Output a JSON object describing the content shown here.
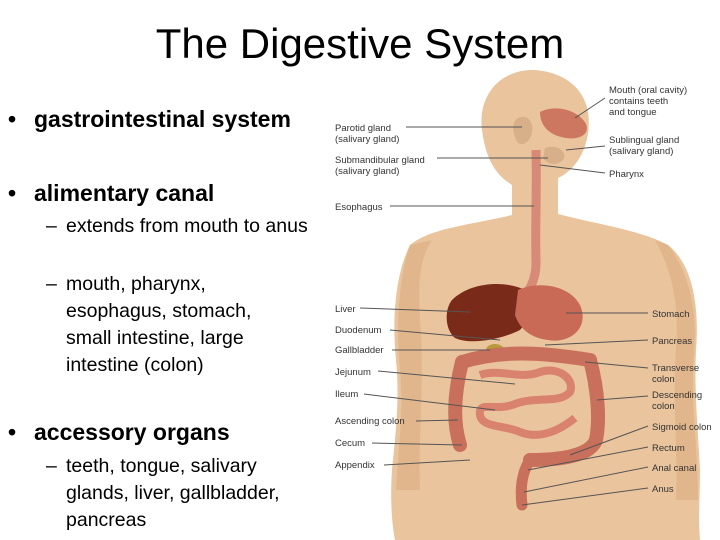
{
  "title": "The Digestive System",
  "bullets": {
    "b1": "gastrointestinal system",
    "b2": "alimentary canal",
    "b2_sub1": "extends from mouth to anus",
    "b2_sub2": "mouth, pharynx, esophagus, stomach, small intestine, large intestine (colon)",
    "b3": "accessory organs",
    "b3_sub1": "teeth, tongue, salivary glands, liver, gallbladder, pancreas"
  },
  "diagram": {
    "left_labels": {
      "parotid": [
        "Parotid gland",
        "(salivary gland)"
      ],
      "submandibular": [
        "Submandibular gland",
        "(salivary gland)"
      ],
      "esophagus": "Esophagus",
      "liver": "Liver",
      "duodenum": "Duodenum",
      "gallbladder": "Gallbladder",
      "jejunum": "Jejunum",
      "ileum": "Ileum",
      "ascending_colon": "Ascending colon",
      "cecum": "Cecum",
      "appendix": "Appendix"
    },
    "right_labels": {
      "mouth": [
        "Mouth (oral cavity)",
        "contains teeth",
        "and tongue"
      ],
      "sublingual": [
        "Sublingual gland",
        "(salivary gland)"
      ],
      "pharynx": "Pharynx",
      "stomach": "Stomach",
      "pancreas": "Pancreas",
      "transverse_colon": [
        "Transverse",
        "colon"
      ],
      "descending_colon": [
        "Descending",
        "colon"
      ],
      "sigmoid_colon": "Sigmoid colon",
      "rectum": "Rectum",
      "anal_canal": "Anal canal",
      "anus": "Anus"
    }
  },
  "colors": {
    "skin": "#e9c49c",
    "skin_shadow": "#d9a77a",
    "liver": "#7a2a18",
    "stomach": "#c86a56",
    "intestine": "#d9826e",
    "colon": "#c9705c",
    "esophagus": "#d88a78",
    "gallbladder": "#b89a3a",
    "leader_line": "#555555"
  }
}
